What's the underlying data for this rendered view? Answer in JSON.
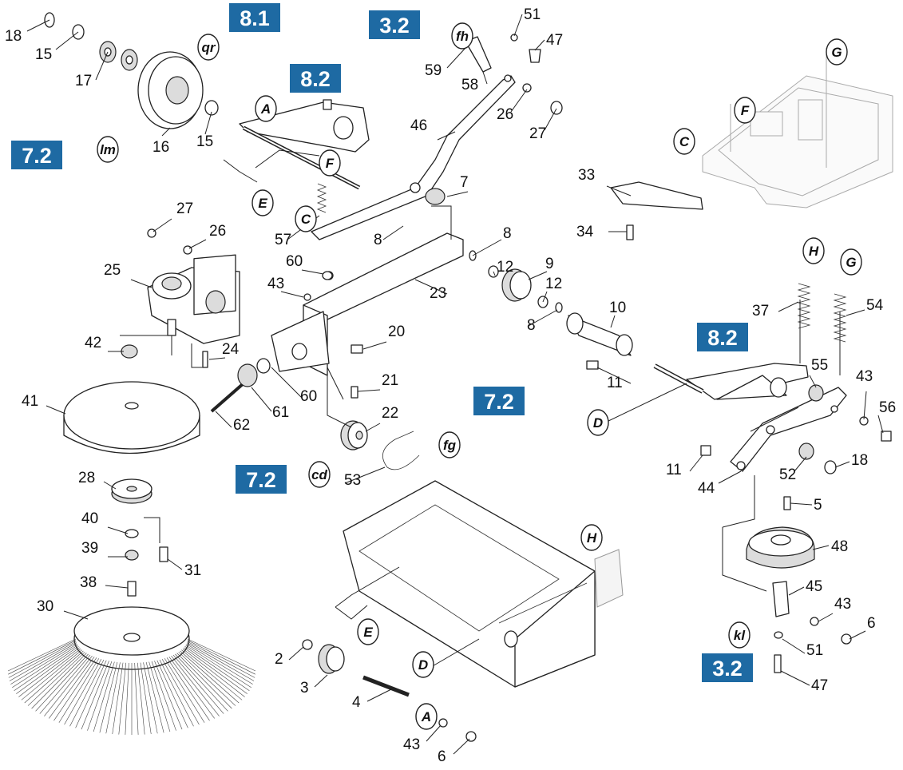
{
  "colors": {
    "badge_fill": "#1e6aa3",
    "badge_text": "#ffffff",
    "line": "#222222"
  },
  "badges": [
    "8.1",
    "3.2",
    "8.2",
    "7.2",
    "8.2",
    "7.2",
    "7.2",
    "3.2"
  ],
  "refs": [
    "qr",
    "fh",
    "lm",
    "A",
    "F",
    "E",
    "C",
    "G",
    "F",
    "C",
    "H",
    "G",
    "D",
    "fg",
    "cd",
    "H",
    "E",
    "D",
    "A",
    "kl"
  ],
  "parts": [
    "18",
    "15",
    "17",
    "16",
    "15",
    "51",
    "47",
    "59",
    "58",
    "26",
    "27",
    "46",
    "7",
    "8",
    "57",
    "33",
    "34",
    "27",
    "26",
    "25",
    "60",
    "43",
    "23",
    "8",
    "12",
    "9",
    "12",
    "8",
    "10",
    "42",
    "24",
    "20",
    "21",
    "22",
    "60",
    "61",
    "62",
    "41",
    "53",
    "37",
    "54",
    "11",
    "55",
    "43",
    "56",
    "52",
    "18",
    "11",
    "44",
    "5",
    "48",
    "28",
    "40",
    "39",
    "31",
    "38",
    "30",
    "45",
    "43",
    "6",
    "51",
    "47",
    "2",
    "3",
    "4",
    "43",
    "6"
  ]
}
